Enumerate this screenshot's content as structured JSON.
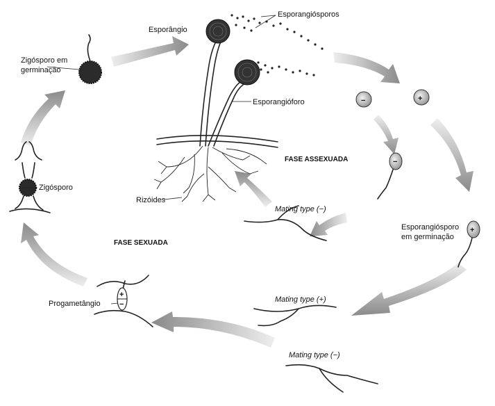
{
  "labels": {
    "esporangio": "Esporângio",
    "esporangiosporos": "Esporangiósporos",
    "esporangioforo": "Esporangióforo",
    "rizoides": "Rizóides",
    "fase_assexuada": "FASE ASSEXUADA",
    "fase_sexuada": "FASE SEXUADA",
    "zigosporo_germinacao_l1": "Zigósporo em",
    "zigosporo_germinacao_l2": "germinação",
    "zigosporo": "Zigósporo",
    "progametangio": "Progametângio",
    "mating_minus_top": "Mating type (−)",
    "mating_plus": "Mating type (+)",
    "mating_minus_bottom": "Mating type (−)",
    "esporangiosporo_germ_l1": "Esporangiósporo",
    "esporangiosporo_germ_l2": "em germinação"
  },
  "symbols": {
    "minus": "−",
    "plus": "+"
  },
  "colors": {
    "arrow_dark": "#8a8a8a",
    "arrow_light": "#e6e6e6",
    "sporangium": "#333333"
  }
}
